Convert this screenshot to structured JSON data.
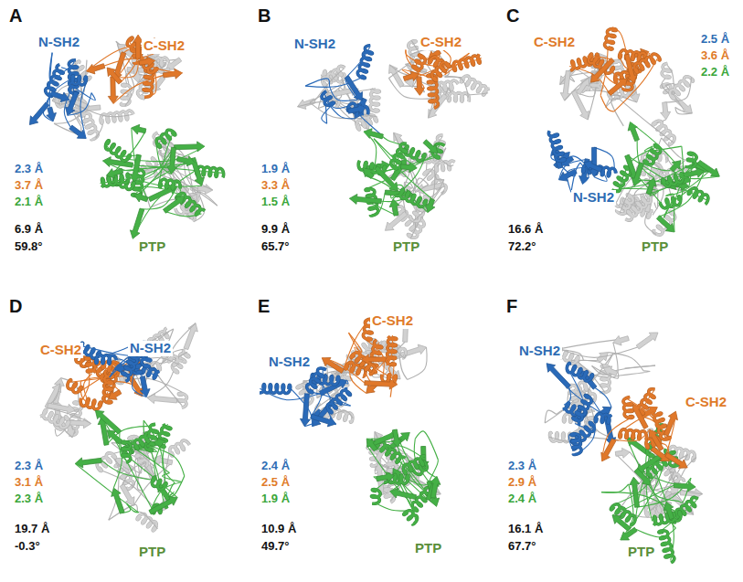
{
  "diagram": {
    "labels": [
      "A",
      "N-SH2",
      "C-SH2",
      "2.3 Å",
      "3.7 Å",
      "2.1 Å",
      "6.9 Å",
      "59.8°",
      "PTP",
      "B",
      "N-SH2",
      "C-SH2",
      "1.9 Å",
      "3.3 Å",
      "1.5 Å",
      "9.9 Å",
      "65.7°",
      "PTP",
      "C",
      "C-SH2",
      "2.5 Å",
      "3.6 Å",
      "2.2 Å",
      "N-SH2",
      "16.6 Å",
      "72.2°",
      "PTP",
      "D",
      "C-SH2",
      "N-SH2",
      "2.3 Å",
      "3.1 Å",
      "2.3 Å",
      "19.7 Å",
      "-0.3°",
      "PTP",
      "E",
      "C-SH2",
      "N-SH2",
      "2.4 Å",
      "2.5 Å",
      "1.9 Å",
      "10.9 Å",
      "49.7°",
      "PTP",
      "F",
      "N-SH2",
      "C-SH2",
      "2.3 Å",
      "2.9 Å",
      "2.4 Å",
      "16.1 Å",
      "67.7°",
      "PTP"
    ]
  }
}
